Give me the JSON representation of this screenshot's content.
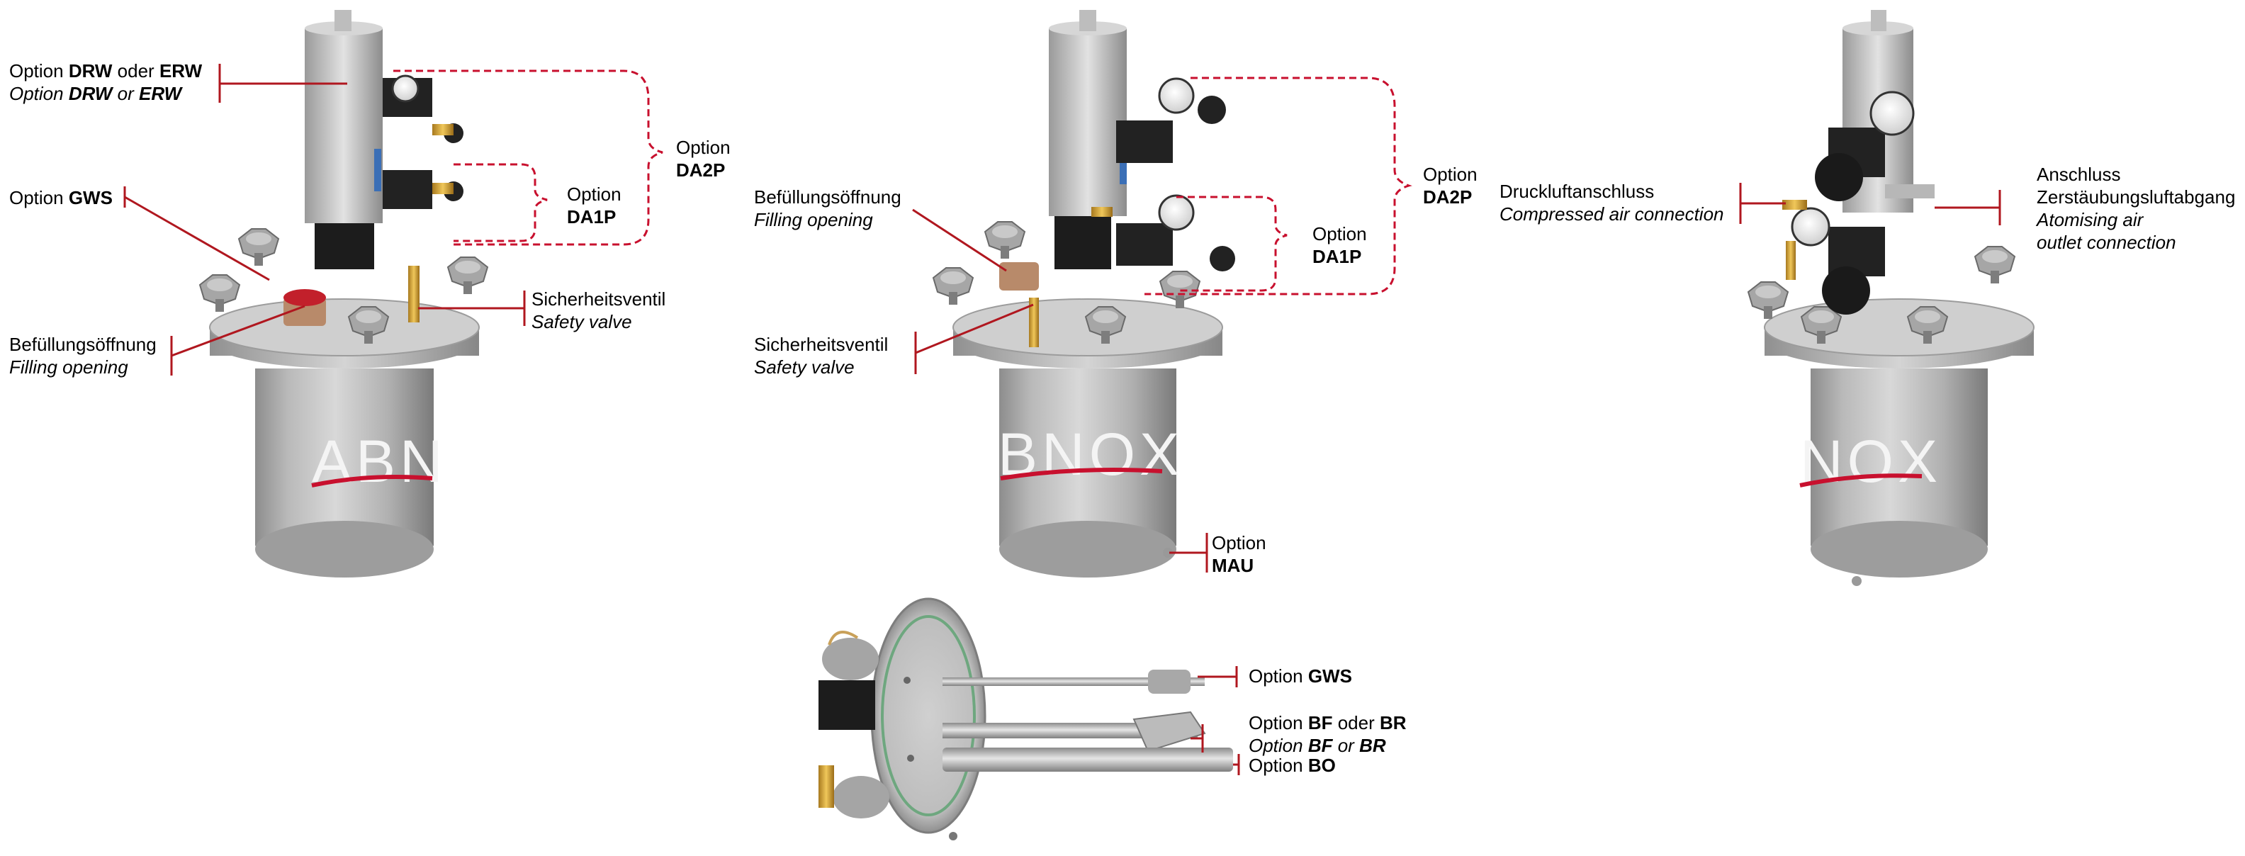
{
  "colors": {
    "callout_line": "#b0171f",
    "dashed_bracket": "#c8102e",
    "logo_red": "#c8102e"
  },
  "brand_text": "ABNOX",
  "labels": {
    "a_drw_erw": {
      "de_pre": "Option ",
      "de_b1": "DRW",
      "de_mid": " oder ",
      "de_b2": "ERW",
      "en_pre": "Option ",
      "en_b1": "DRW",
      "en_mid": " or ",
      "en_b2": "ERW"
    },
    "a_gws": {
      "pre": "Option ",
      "bold": "GWS"
    },
    "a_filling": {
      "de": "Befüllungsöffnung",
      "en": "Filling opening"
    },
    "a_safety": {
      "de": "Sicherheitsventil",
      "en": "Safety valve"
    },
    "a_da1p": {
      "pre": "Option",
      "bold": "DA1P"
    },
    "a_da2p": {
      "pre": "Option",
      "bold": "DA2P"
    },
    "b_filling": {
      "de": "Befüllungsöffnung",
      "en": "Filling opening"
    },
    "b_safety": {
      "de": "Sicherheitsventil",
      "en": "Safety valve"
    },
    "b_da1p": {
      "pre": "Option",
      "bold": "DA1P"
    },
    "b_da2p": {
      "pre": "Option",
      "bold": "DA2P"
    },
    "b_mau": {
      "pre": "Option",
      "bold": "MAU"
    },
    "c_compressed": {
      "de": "Druckluftanschluss",
      "en": "Compressed air connection"
    },
    "c_atomising": {
      "de1": "Anschluss",
      "de2": "Zerstäubungsluftabgang",
      "en1": "Atomising air",
      "en2": "outlet connection"
    },
    "d_gws": {
      "pre": "Option ",
      "bold": "GWS"
    },
    "d_bf_br": {
      "de_pre": "Option ",
      "de_b1": "BF",
      "de_mid": " oder ",
      "de_b2": "BR",
      "en_pre": "Option ",
      "en_b1": "BF",
      "en_mid": " or ",
      "en_b2": "BR"
    },
    "d_bo": {
      "pre": "Option ",
      "bold": "BO"
    }
  }
}
